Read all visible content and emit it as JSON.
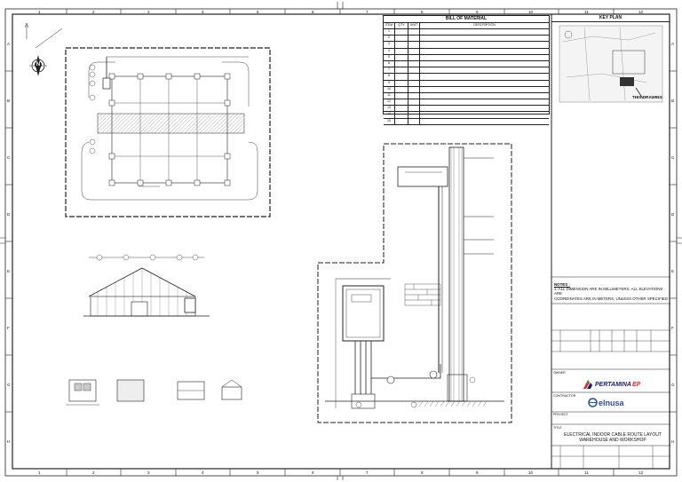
{
  "bom": {
    "title": "BILL OF MATERIAL",
    "headers": [
      "ITEM",
      "QTY",
      "UNIT",
      "DESCRIPTION"
    ],
    "rows": [
      {
        "item": "1",
        "qty": "",
        "unit": "",
        "desc": ""
      },
      {
        "item": "2",
        "qty": "",
        "unit": "",
        "desc": ""
      },
      {
        "item": "3",
        "qty": "",
        "unit": "",
        "desc": ""
      },
      {
        "item": "4",
        "qty": "",
        "unit": "",
        "desc": ""
      },
      {
        "item": "5",
        "qty": "",
        "unit": "",
        "desc": ""
      },
      {
        "item": "6",
        "qty": "",
        "unit": "",
        "desc": ""
      },
      {
        "item": "7",
        "qty": "",
        "unit": "",
        "desc": ""
      },
      {
        "item": "8",
        "qty": "",
        "unit": "",
        "desc": ""
      },
      {
        "item": "9",
        "qty": "",
        "unit": "",
        "desc": ""
      },
      {
        "item": "10",
        "qty": "",
        "unit": "",
        "desc": ""
      },
      {
        "item": "11",
        "qty": "",
        "unit": "",
        "desc": ""
      },
      {
        "item": "12",
        "qty": "",
        "unit": "",
        "desc": ""
      },
      {
        "item": "13",
        "qty": "",
        "unit": "",
        "desc": ""
      },
      {
        "item": "14",
        "qty": "",
        "unit": "",
        "desc": ""
      },
      {
        "item": "15",
        "qty": "",
        "unit": "",
        "desc": ""
      }
    ]
  },
  "key_plan": {
    "title": "KEY PLAN",
    "label": "THIS DRAWING"
  },
  "notes": {
    "title": "NOTES :",
    "lines": [
      "1. ALL DIMENSION ARE IN MILLIMETERS, ALL ELEVATIONS ARE",
      "COORDINATES ARE IN METERS, UNLESS OTHER SPECIFIED"
    ]
  },
  "owner": {
    "label": "OWNER",
    "logo_main": "PERTAMINA",
    "logo_suffix": "EP"
  },
  "contractor": {
    "label": "CONTRACTOR",
    "logo": "elnusa"
  },
  "project": {
    "label": "PROJECT"
  },
  "title": {
    "label": "TITLE",
    "line1": "ELECTRICAL INDOOR CABLE ROUTE LAYOUT",
    "line2": "WAREHOUSE AND WORKSHOP"
  },
  "grid": {
    "columns": [
      "1",
      "2",
      "3",
      "4",
      "5",
      "6",
      "7",
      "8",
      "9",
      "10",
      "11",
      "12"
    ],
    "rows": [
      "A",
      "B",
      "C",
      "D",
      "E",
      "F",
      "G",
      "H"
    ]
  },
  "colors": {
    "line": "#222222",
    "hatch": "#555555",
    "pertamina_blue": "#1c1c6e",
    "pertamina_red": "#e0262a",
    "elnusa_blue": "#2a4ea0"
  },
  "north_symbol": {
    "label": "N"
  }
}
